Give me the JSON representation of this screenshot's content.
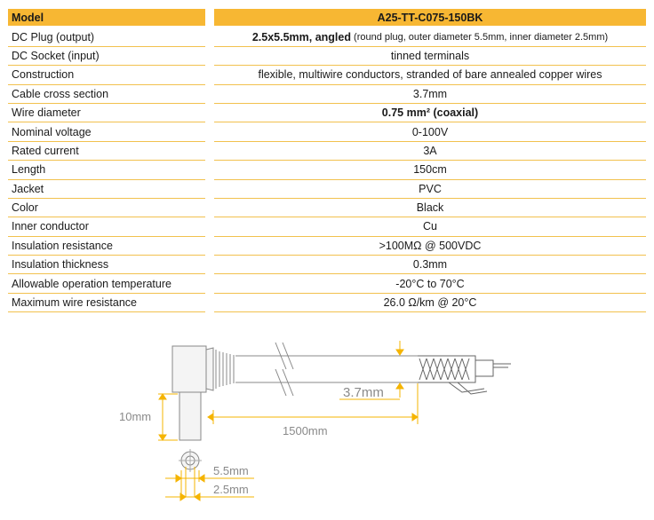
{
  "header": {
    "label": "Model",
    "value": "A25-TT-C075-150BK"
  },
  "rows": [
    {
      "label": "DC Plug (output)",
      "value_bold": "2.5x5.5mm, angled",
      "value": " (round plug, outer diameter 5.5mm, inner diameter 2.5mm)"
    },
    {
      "label": "DC Socket (input)",
      "value": "tinned terminals"
    },
    {
      "label": "Construction",
      "value": "flexible, multiwire conductors, stranded of bare annealed copper wires"
    },
    {
      "label": "Cable cross section",
      "value": "3.7mm"
    },
    {
      "label": "Wire diameter",
      "value_bold": "0.75 mm² (coaxial)"
    },
    {
      "label": "Nominal voltage",
      "value": "0-100V"
    },
    {
      "label": "Rated current",
      "value": "3A"
    },
    {
      "label": "Length",
      "value": "150cm"
    },
    {
      "label": "Jacket",
      "value": "PVC"
    },
    {
      "label": "Color",
      "value": "Black"
    },
    {
      "label": "Inner conductor",
      "value": "Cu"
    },
    {
      "label": "Insulation resistance",
      "value": ">100MΩ @ 500VDC"
    },
    {
      "label": "Insulation thickness",
      "value": "0.3mm"
    },
    {
      "label": "Allowable operation temperature",
      "value": "-20°C to 70°C"
    },
    {
      "label": "Maximum wire resistance",
      "value": "26.0 Ω/km @ 20°C"
    }
  ],
  "drawing": {
    "dim_cable": "3.7mm",
    "dim_length": "1500mm",
    "dim_plug_length": "10mm",
    "dim_outer": "5.5mm",
    "dim_inner": "2.5mm"
  },
  "colors": {
    "header_bg": "#f7b733",
    "rule": "#f2c14e",
    "dimension": "#f5b400",
    "line": "#888888"
  }
}
